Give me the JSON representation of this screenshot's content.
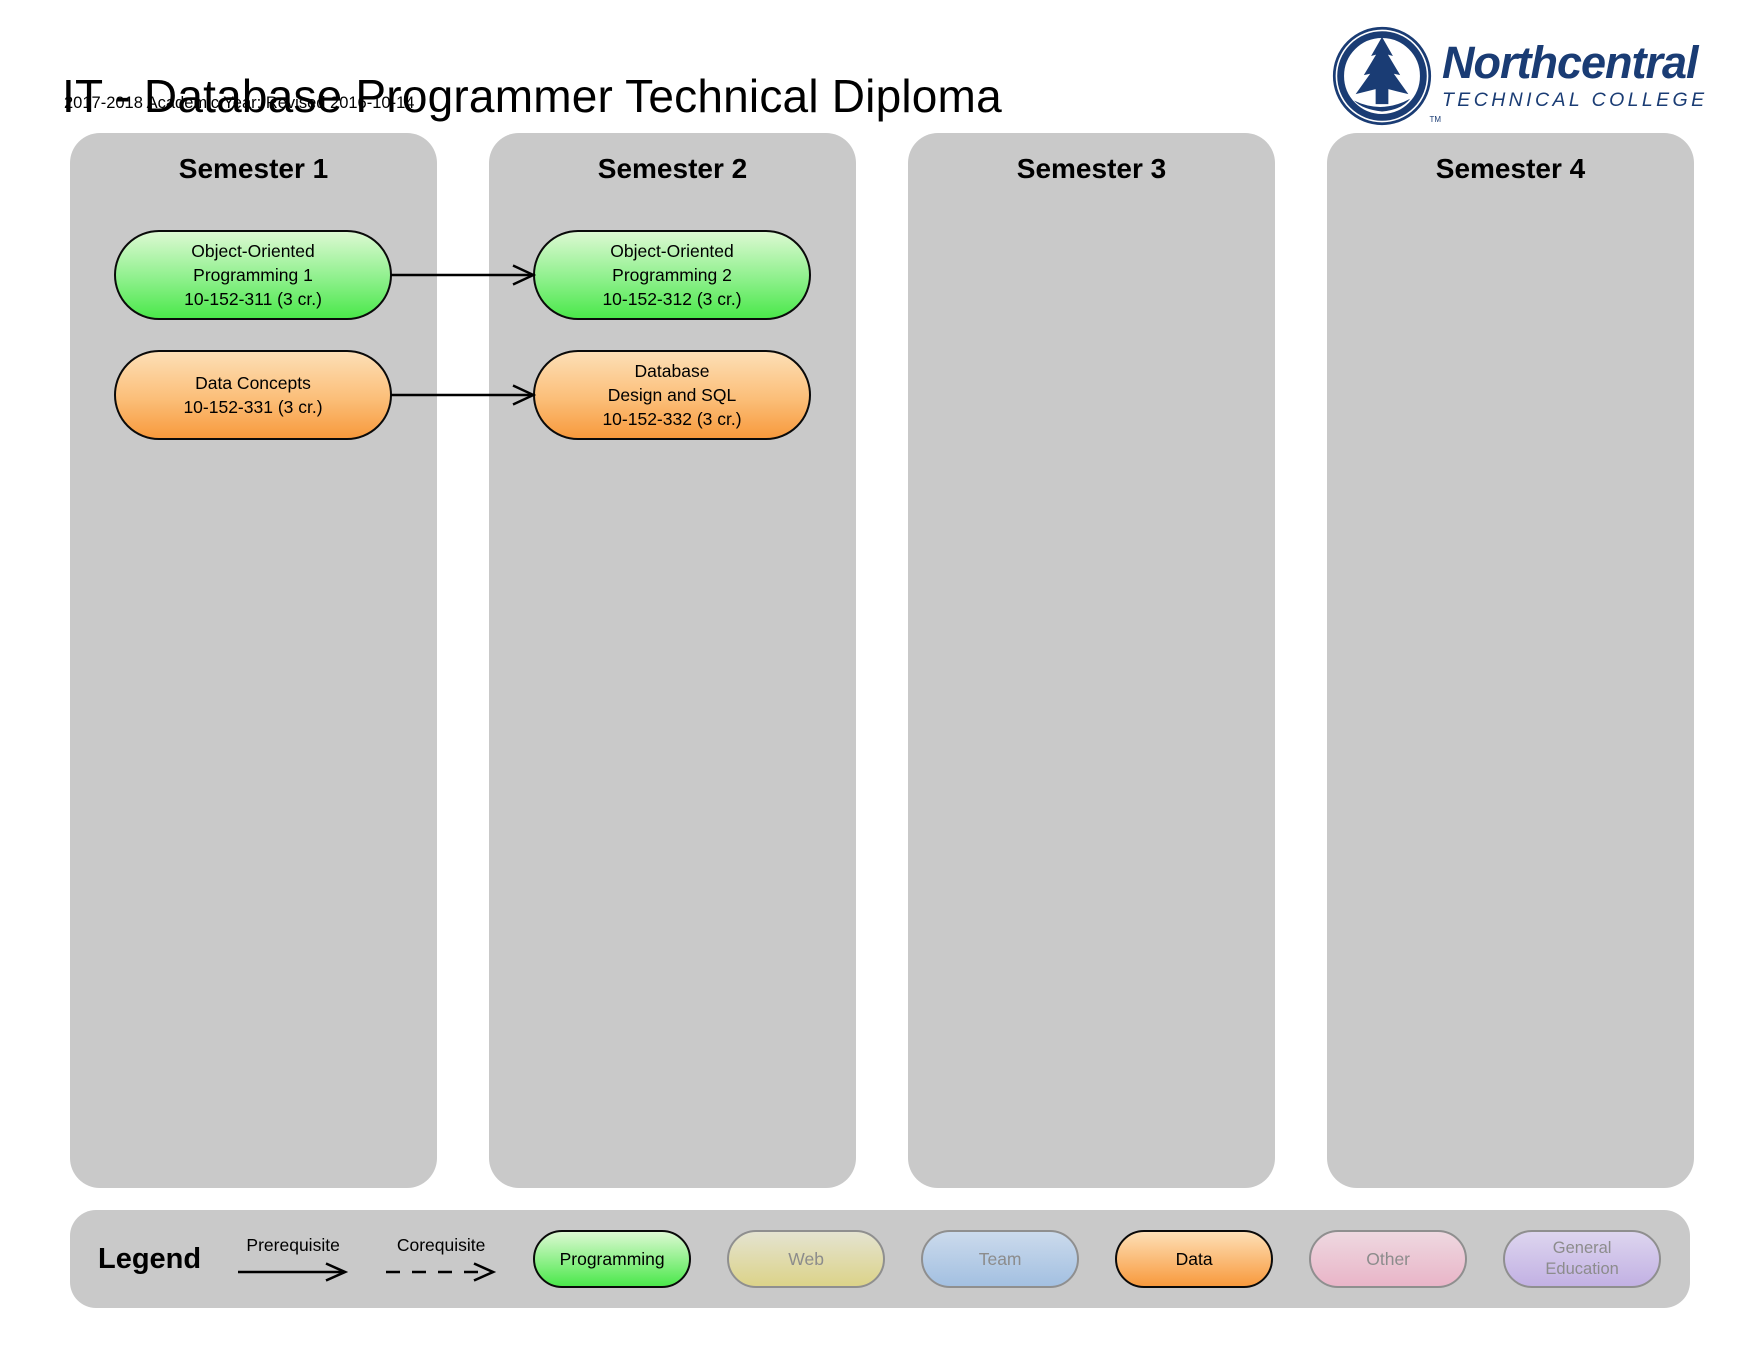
{
  "header": {
    "title": "IT - Database Programmer Technical Diploma",
    "subtitle": "2017-2018 Academic Year; Revised 2016-10-14"
  },
  "logo": {
    "name": "Northcentral",
    "tagline": "TECHNICAL COLLEGE",
    "trademark": "TM",
    "brand_color": "#1a3c74"
  },
  "semesters": [
    {
      "label": "Semester 1"
    },
    {
      "label": "Semester 2"
    },
    {
      "label": "Semester 3"
    },
    {
      "label": "Semester 4"
    }
  ],
  "courses": {
    "oop1": {
      "line1": "Object-Oriented",
      "line2": "Programming 1",
      "line3": "10-152-311 (3 cr.)",
      "category": "Programming",
      "semester": "Semester 1"
    },
    "data_concepts": {
      "line1": "Data Concepts",
      "line2": "10-152-331 (3 cr.)",
      "category": "Data",
      "semester": "Semester 1"
    },
    "oop2": {
      "line1": "Object-Oriented",
      "line2": "Programming 2",
      "line3": "10-152-312 (3 cr.)",
      "category": "Programming",
      "semester": "Semester 2"
    },
    "db_design_sql": {
      "line1": "Database",
      "line2": "Design and SQL",
      "line3": "10-152-332 (3 cr.)",
      "category": "Data",
      "semester": "Semester 2"
    }
  },
  "arrows": [
    {
      "from": "oop1",
      "to": "oop2",
      "type": "prerequisite"
    },
    {
      "from": "data_concepts",
      "to": "db_design_sql",
      "type": "prerequisite"
    }
  ],
  "legend": {
    "title": "Legend",
    "arrow_keys": [
      {
        "label": "Prerequisite",
        "style": "solid"
      },
      {
        "label": "Corequisite",
        "style": "dashed"
      }
    ],
    "categories": [
      {
        "label": "Programming",
        "present": true,
        "fill_top": "#dcf9d2",
        "fill_bottom": "#4be84b",
        "border": "#000000"
      },
      {
        "label": "Web",
        "present": false,
        "fill_top": "#e4e3d0",
        "fill_bottom": "#dcd389",
        "border": "#8f8f8f"
      },
      {
        "label": "Team",
        "present": false,
        "fill_top": "#cbdaec",
        "fill_bottom": "#a3c0e1",
        "border": "#8f8f8f"
      },
      {
        "label": "Data",
        "present": true,
        "fill_top": "#fddfb6",
        "fill_bottom": "#f89a3d",
        "border": "#000000"
      },
      {
        "label": "Other",
        "present": false,
        "fill_top": "#eed8e0",
        "fill_bottom": "#e9b5c8",
        "border": "#8f8f8f"
      },
      {
        "label": "General Education",
        "line1": "General",
        "line2": "Education",
        "present": false,
        "fill_top": "#ddd5ef",
        "fill_bottom": "#c2b1e3",
        "border": "#8f8f8f"
      }
    ]
  },
  "colors": {
    "column_background": "#c9c9c9",
    "page_background": "#ffffff",
    "arrow": "#000000"
  }
}
